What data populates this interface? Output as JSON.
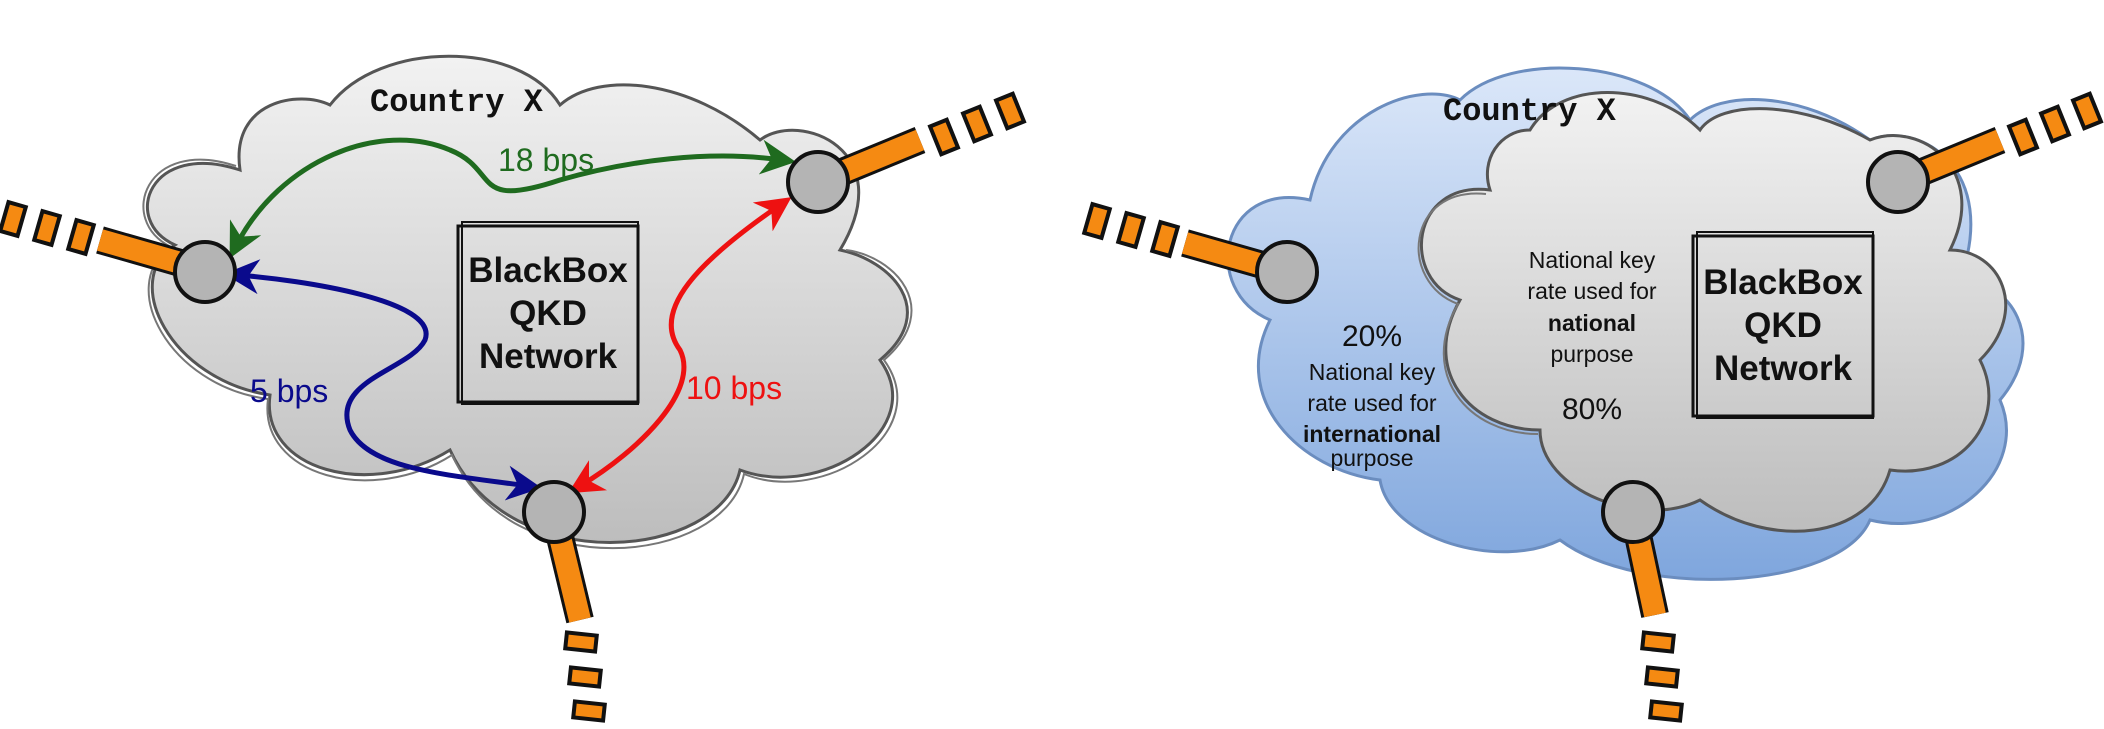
{
  "left": {
    "country_label": "Country X",
    "box_lines": [
      "BlackBox",
      "QKD",
      "Network"
    ],
    "rates": {
      "top": "18 bps",
      "left": "5 bps",
      "right": "10 bps"
    },
    "colors": {
      "top": "#1f6b1f",
      "left": "#0a0a8c",
      "right": "#ee1111"
    }
  },
  "right": {
    "country_label": "Country X",
    "box_lines": [
      "BlackBox",
      "QKD",
      "Network"
    ],
    "international": {
      "percent": "20%",
      "line1": "National key",
      "line2": "rate used for",
      "line3": "international",
      "line4": "purpose"
    },
    "national": {
      "percent": "80%",
      "line1": "National key",
      "line2": "rate used for",
      "line3": "national",
      "line4": "purpose"
    }
  },
  "colors": {
    "link": "#f58a12",
    "node": "#b4b4b4",
    "cloud_outline": "#555555",
    "outer_cloud": "#a9c5ea"
  }
}
